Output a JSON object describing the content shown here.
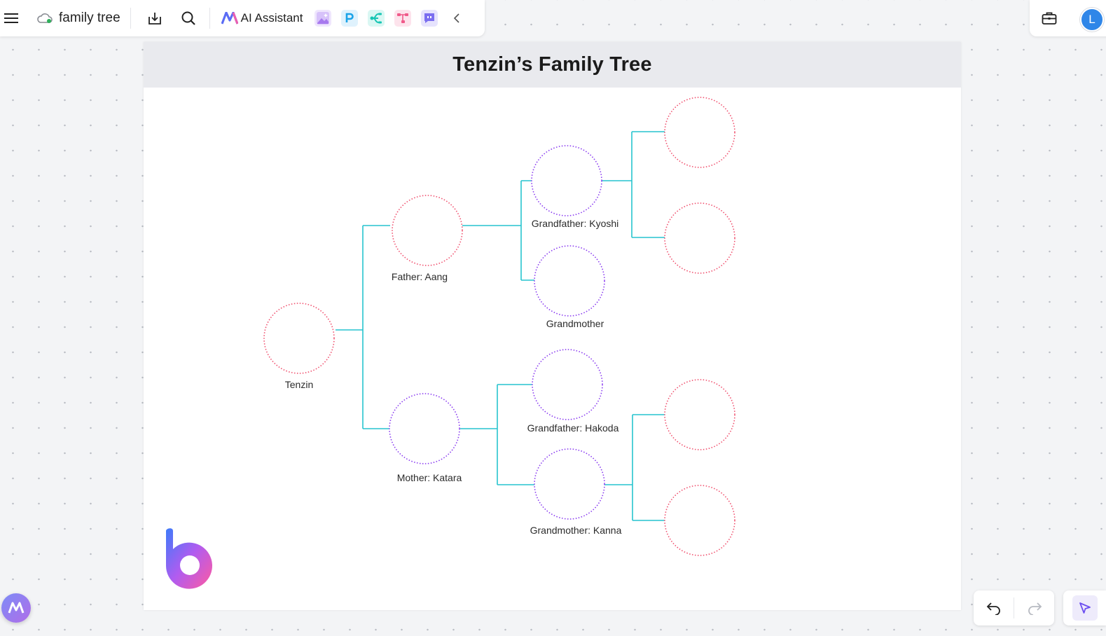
{
  "toolbar": {
    "menu_icon": "hamburger-menu-icon",
    "cloud_icon": "cloud-saved-icon",
    "file_title": "family tree",
    "download_icon": "download-icon",
    "search_icon": "search-icon",
    "ai_assistant_label": "AI Assistant",
    "apps": [
      {
        "icon": "ai-image-icon",
        "color": "#b388f0"
      },
      {
        "icon": "presentation-p-icon",
        "color": "#1aa3e8"
      },
      {
        "icon": "mindmap-icon",
        "color": "#18c5b4"
      },
      {
        "icon": "flowchart-icon",
        "color": "#f05a8a"
      },
      {
        "icon": "chat-icon",
        "color": "#7b6ef0"
      }
    ],
    "collapse_icon": "chevron-left-icon"
  },
  "top_right": {
    "briefcase_icon": "briefcase-icon",
    "avatar_letter": "L"
  },
  "document": {
    "title": "Tenzin’s Family Tree",
    "people": {
      "tenzin": "Tenzin",
      "father": "Father: Aang",
      "mother": "Mother: Katara",
      "gf_paternal": "Grandfather: Kyoshi",
      "gm_paternal": "Grandmother",
      "gf_maternal": "Grandfather: Hakoda",
      "gm_maternal": "Grandmother: Kanna"
    },
    "colors": {
      "connector": "#27c4cf",
      "red_circle": "#f0506e",
      "purple_circle": "#8a3cf0"
    },
    "logo_icon": "boardmix-b-logo"
  },
  "bottom_controls": {
    "undo_icon": "undo-icon",
    "redo_icon": "redo-icon",
    "select_icon": "cursor-select-icon"
  },
  "ai_fab_icon": "ai-assistant-icon"
}
